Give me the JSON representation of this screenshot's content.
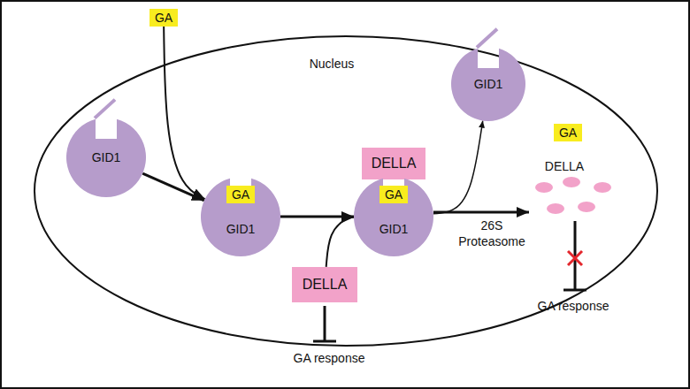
{
  "diagram": {
    "nodes": [
      {
        "text": [
          "Nucleus"
        ]
      },
      {
        "text": [
          "GA"
        ]
      },
      {
        "text": [
          "GID1"
        ],
        "in": 0
      },
      {
        "text": [
          "GID1"
        ],
        "in": 0
      },
      {
        "text": [
          "GA"
        ],
        "in": 3
      },
      {
        "text": [
          "DELLA"
        ],
        "in": 0
      },
      {
        "text": [
          "GID1"
        ],
        "in": 0
      },
      {
        "text": [
          "GA"
        ],
        "in": 6
      },
      {
        "text": [
          "DELLA"
        ],
        "in": 0
      },
      {
        "text": [
          "GID1"
        ],
        "in": 0
      },
      {
        "text": [
          "GA"
        ],
        "in": 0
      }
    ],
    "edges": [
      {
        "from": 2,
        "to": 3,
        "arrow": "to"
      },
      {
        "from": 1,
        "to": 3,
        "arrow": "to"
      },
      {
        "from": 3,
        "to": 6,
        "arrow": "to"
      },
      {
        "from": 8,
        "to": 6,
        "arrow": "to"
      },
      {
        "from": 6,
        "to": 9,
        "arrow": "to"
      }
    ],
    "labels": [
      "DELLA",
      "26S Proteasome",
      "GA response",
      "GA response"
    ]
  }
}
